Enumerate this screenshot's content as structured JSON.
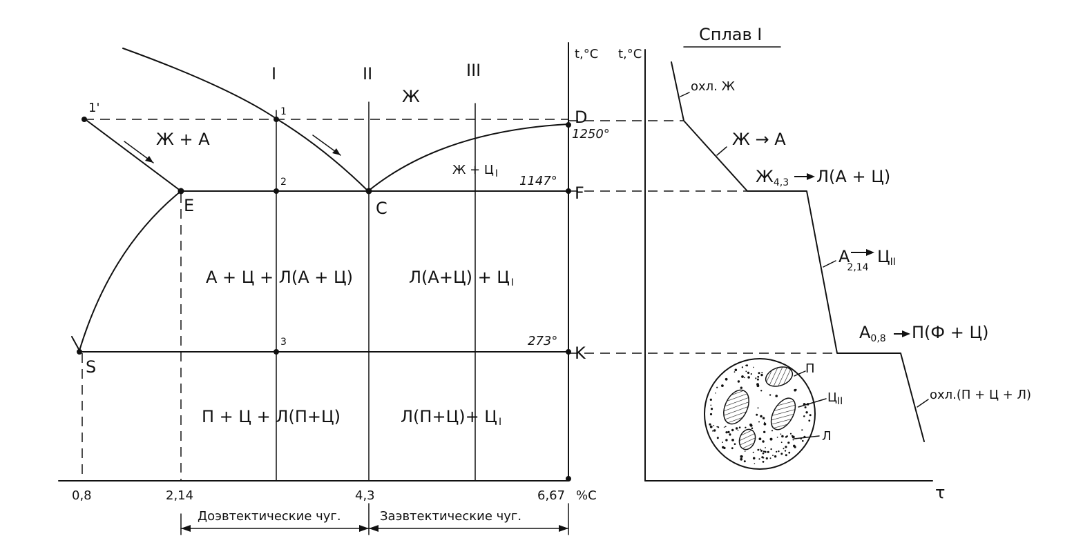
{
  "phase_diagram": {
    "axis_temp_label": "t,°C",
    "axis_x_label": "%C",
    "ticks": [
      "0,8",
      "2,14",
      "4,3",
      "6,67"
    ],
    "alloy_numerals": [
      "I",
      "II",
      "III"
    ],
    "points": {
      "one_prime": "1'",
      "one": "1",
      "two": "2",
      "three": "3",
      "D": "D",
      "F": "F",
      "K": "K",
      "E": "E",
      "C": "C",
      "S": "S"
    },
    "temperatures": {
      "t1250": "1250°",
      "t1147": "1147°",
      "t727": "273°"
    },
    "regions": {
      "liquid": "Ж",
      "liquid_austenite": "Ж + А",
      "liquid_cementite": "Ж + Ц",
      "liquid_cementite_sub": "I",
      "hypo_high": "А + Ц + Л(А + Ц)",
      "hyper_high": "Л(А+Ц) + Ц",
      "hyper_high_sub": "I",
      "hypo_low": "П + Ц + Л(П+Ц)",
      "hyper_low": "Л(П+Ц)+ Ц",
      "hyper_low_sub": "I"
    },
    "ranges": {
      "hypo": "Доэвтектические чуг.",
      "hyper": "Заэвтектические чуг."
    }
  },
  "cooling_curve": {
    "title": "Сплав I",
    "axis_temp_label": "t,°C",
    "axis_time_label": "τ",
    "steps": {
      "cool_liquid": "охл. Ж",
      "l_to_a": "Ж → А",
      "eutectic_main": "Ж",
      "eutectic_sub": "4,3",
      "eutectic_result": "Л(А + Ц)",
      "a_main": "А",
      "a_sub": "2,14",
      "a_result": "Ц",
      "a_result_sub": "II",
      "pearlite_main": "А",
      "pearlite_sub": "0,8",
      "pearlite_result": "П(Ф + Ц)",
      "final_cool": "охл.(П + Ц + Л)"
    },
    "micro_labels": {
      "pearlite": "П",
      "cementite": "Ц",
      "cementite_sub": "II",
      "ledeburite": "Л"
    }
  }
}
